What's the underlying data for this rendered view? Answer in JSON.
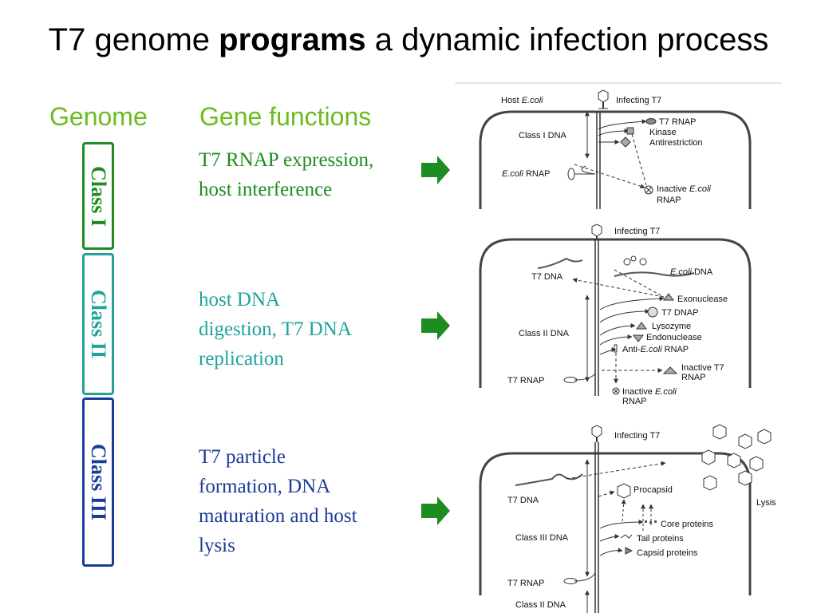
{
  "title": {
    "prefix": "T7 genome ",
    "bold": "programs",
    "suffix": " a dynamic infection process"
  },
  "headers": {
    "genome": "Genome",
    "gene_functions": "Gene functions"
  },
  "classes": [
    {
      "label": "Class I",
      "color": "#1e8c1e",
      "description": "T7 RNAP expression,\nhost interference"
    },
    {
      "label": "Class II",
      "color": "#21a39c",
      "description": "host DNA\ndigestion, T7 DNA\nreplication"
    },
    {
      "label": "Class III",
      "color": "#1a3b99",
      "description": "T7 particle\nformation, DNA\nmaturation and host\nlysis"
    }
  ],
  "arrow_color": "#1e8c1e",
  "panel1": {
    "host": "Host",
    "ecoli": "E.coli",
    "infecting": "Infecting T7",
    "class_dna": "Class I DNA",
    "t7rnap": "T7 RNAP",
    "kinase": "Kinase",
    "antirestriction": "Antirestriction",
    "ecoli_rnap_pre": "E.coli",
    "ecoli_rnap_post": " RNAP",
    "inactive_pre": "Inactive ",
    "inactive_it": "E.coli",
    "rnap": "RNAP"
  },
  "panel2": {
    "infecting": "Infecting T7",
    "t7dna": "T7 DNA",
    "ecoli_dna_it": "E.coli",
    "ecoli_dna_post": " DNA",
    "exonuclease": "Exonuclease",
    "t7dnap": "T7 DNAP",
    "lysozyme": "Lysozyme",
    "endonuclease": "Endonuclease",
    "anti_pre": "Anti-",
    "anti_it": "E.coli",
    "anti_post": " RNAP",
    "class_dna": "Class II DNA",
    "inactive_t7": "Inactive T7",
    "rnap": "RNAP",
    "t7rnap": "T7 RNAP",
    "inactive_pre": "Inactive ",
    "inactive_it": "E.coli"
  },
  "panel3": {
    "infecting": "Infecting T7",
    "t7dna": "T7 DNA",
    "procapsid": "Procapsid",
    "lysis": "Lysis",
    "core": "Core proteins",
    "tail": "Tail proteins",
    "capsid": "Capsid proteins",
    "class_dna": "Class III DNA",
    "t7rnap": "T7 RNAP",
    "class2_dna": "Class II DNA"
  }
}
